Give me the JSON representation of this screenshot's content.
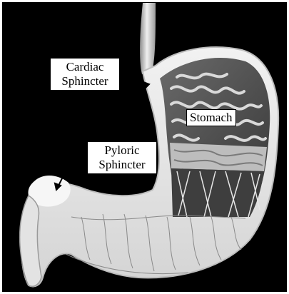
{
  "labels": {
    "cardiac": {
      "line1": "Cardiac",
      "line2": "Sphincter"
    },
    "stomach": "Stomach",
    "pyloric": {
      "line1": "Pyloric",
      "line2": "Sphincter"
    }
  },
  "colors": {
    "background": "#000000",
    "tissue_light": "#e8e8e8",
    "tissue_mid": "#a8a8a8",
    "tissue_dark": "#505050",
    "label_bg": "#ffffff"
  }
}
